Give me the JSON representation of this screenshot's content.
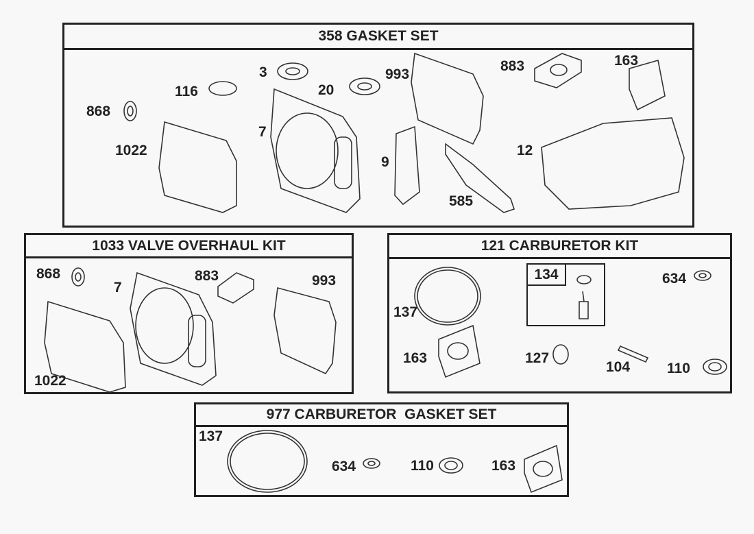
{
  "panels": {
    "gasket_set": {
      "title": "358 GASKET SET",
      "parts": [
        "868",
        "116",
        "3",
        "20",
        "993",
        "883",
        "163",
        "1022",
        "7",
        "9",
        "585",
        "12"
      ]
    },
    "valve_kit": {
      "title": "1033 VALVE OVERHAUL KIT",
      "parts": [
        "868",
        "7",
        "883",
        "993",
        "1022"
      ]
    },
    "carb_kit": {
      "title": "121 CARBURETOR KIT",
      "sub_assembly": "134",
      "parts": [
        "137",
        "634",
        "163",
        "127",
        "104",
        "110"
      ]
    },
    "carb_gasket": {
      "title": "977 CARBURETOR  GASKET SET",
      "parts": [
        "137",
        "634",
        "110",
        "163"
      ]
    }
  }
}
